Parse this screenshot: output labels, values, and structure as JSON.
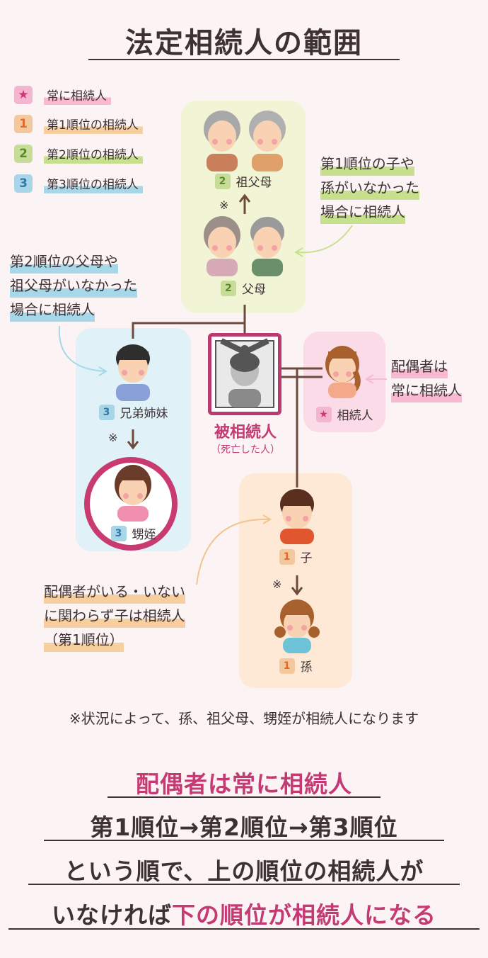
{
  "title": "法定相続人の範囲",
  "legend": [
    {
      "badge": "★",
      "label": "常に相続人"
    },
    {
      "badge": "1",
      "label": "第1順位の相続人"
    },
    {
      "badge": "2",
      "label": "第2順位の相続人"
    },
    {
      "badge": "3",
      "label": "第3順位の相続人"
    }
  ],
  "nodes": {
    "grandparents": {
      "badge": "2",
      "label": "祖父母"
    },
    "parents": {
      "badge": "2",
      "label": "父母"
    },
    "siblings": {
      "badge": "3",
      "label": "兄弟姉妹"
    },
    "nephews": {
      "badge": "3",
      "label": "甥姪"
    },
    "child": {
      "badge": "1",
      "label": "子"
    },
    "grandchild": {
      "badge": "1",
      "label": "孫"
    },
    "spouse": {
      "badge": "★",
      "label": "相続人"
    },
    "deceased": {
      "label": "被相続人",
      "sub": "（死亡した人）"
    }
  },
  "marks": {
    "asterisk": "※"
  },
  "notes": {
    "first_order": [
      "第1順位の子や",
      "孫がいなかった",
      "場合に相続人"
    ],
    "second_order": [
      "第2順位の父母や",
      "祖父母がいなかった",
      "場合に相続人"
    ],
    "spouse": [
      "配偶者は",
      "常に相続人"
    ],
    "child": [
      "配偶者がいる・いない",
      "に関わらず子は相続人",
      "（第1順位）"
    ]
  },
  "footnote": "※状況によって、孫、祖父母、甥姪が相続人になります",
  "summary": {
    "line1": "配偶者は常に相続人",
    "line2": "第1順位→第2順位→第3順位",
    "line3": "という順で、上の順位の相続人が",
    "line4_a": "いなければ",
    "line4_b": "下の順位が相続人になる"
  },
  "colors": {
    "pink_accent": "#c43a73",
    "panel_green": "#f1f5d5",
    "panel_blue": "#e1f1f8",
    "panel_orange": "#fde9d6",
    "panel_pink": "#fadbe7"
  }
}
